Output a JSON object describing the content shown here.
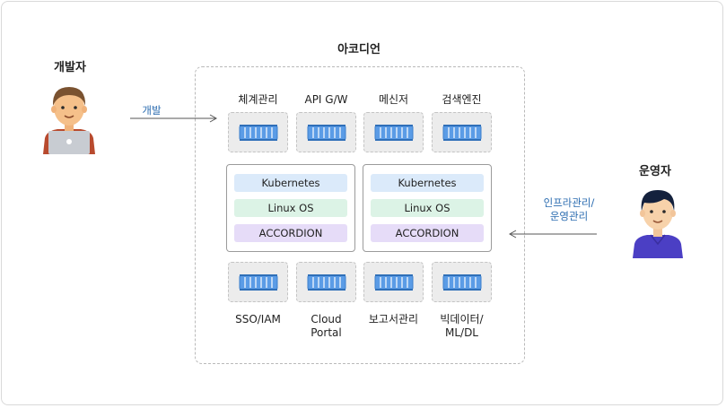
{
  "main": {
    "title": "아코디언"
  },
  "developer": {
    "title": "개발자",
    "arrow_label": "개발"
  },
  "operator": {
    "title": "운영자",
    "arrow_label_line1": "인프라관리/",
    "arrow_label_line2": "운영관리"
  },
  "top_services": [
    {
      "label": "체계관리",
      "icon": "container-icon"
    },
    {
      "label": "API G/W",
      "icon": "container-icon"
    },
    {
      "label": "메신저",
      "icon": "container-icon"
    },
    {
      "label": "검색엔진",
      "icon": "container-icon"
    }
  ],
  "bottom_services": [
    {
      "label_line1": "SSO/IAM",
      "label_line2": "",
      "icon": "container-icon"
    },
    {
      "label_line1": "Cloud",
      "label_line2": "Portal",
      "icon": "container-icon"
    },
    {
      "label_line1": "보고서관리",
      "label_line2": "",
      "icon": "container-icon"
    },
    {
      "label_line1": "빅데이터/",
      "label_line2": "ML/DL",
      "icon": "container-icon"
    }
  ],
  "nodes": [
    {
      "kubernetes": "Kubernetes",
      "linux": "Linux OS",
      "accordion": "ACCORDION"
    },
    {
      "kubernetes": "Kubernetes",
      "linux": "Linux OS",
      "accordion": "ACCORDION"
    }
  ],
  "colors": {
    "container_blue": "#5b9ce6",
    "kubernetes_bg": "#dbeafa",
    "linux_bg": "#dcf3e6",
    "accordion_bg": "#e6dcf8",
    "arrow_label": "#2b6cb0",
    "developer_shirt": "#b84a2e",
    "operator_shirt": "#4b3fc4"
  }
}
